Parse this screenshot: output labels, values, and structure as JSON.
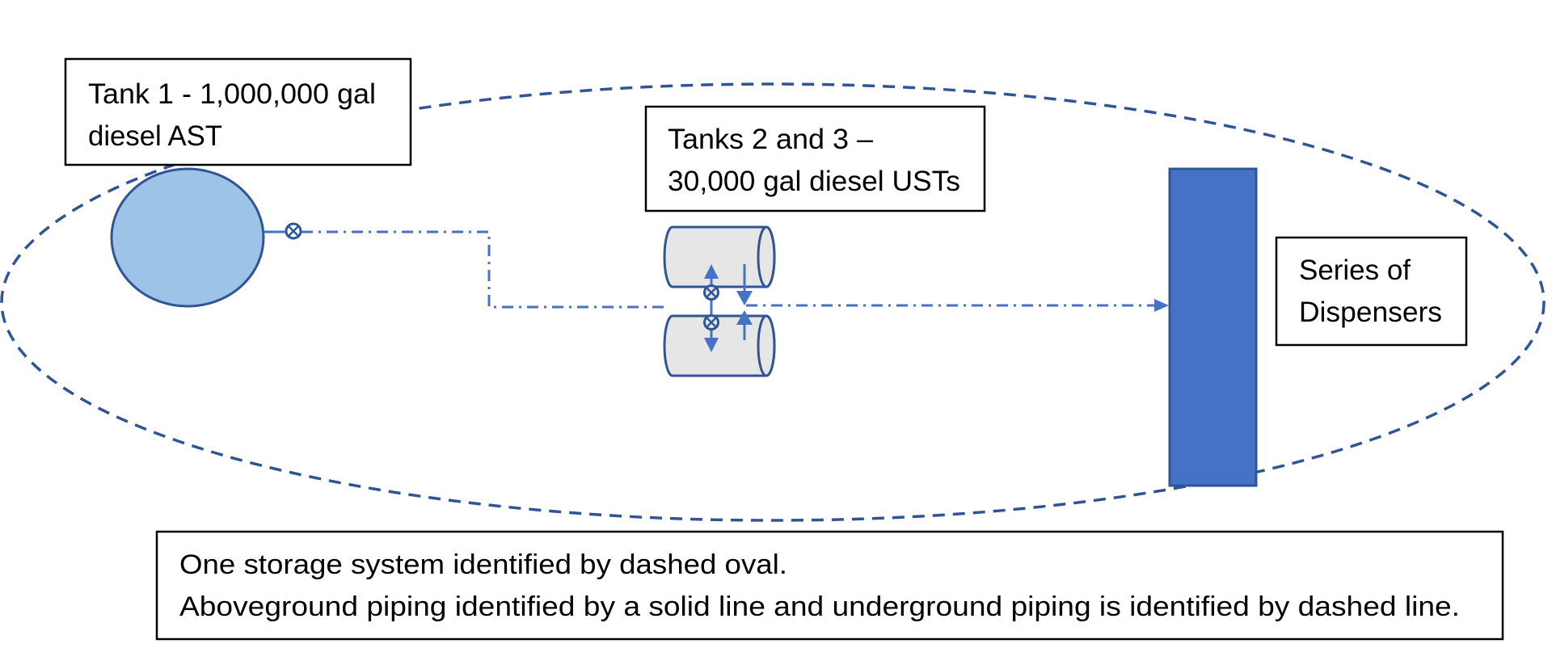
{
  "colors": {
    "background": "#ffffff",
    "oval_stroke": "#2f5597",
    "ast_fill": "#9dc3e6",
    "ast_stroke": "#2f5597",
    "pipe": "#4472c4",
    "valve_stroke": "#2f5597",
    "ust_fill": "#e7e6e6",
    "ust_stroke": "#2f5597",
    "dispenser_fill": "#4472c4",
    "dispenser_stroke": "#2f5597",
    "label_border": "#000000",
    "text": "#000000"
  },
  "storage_system": {
    "boundary_style": "dashed-oval"
  },
  "labels": {
    "tank1": {
      "line1": "Tank 1 - 1,000,000 gal",
      "line2": "diesel AST"
    },
    "tanks23": {
      "line1": "Tanks 2 and 3 –",
      "line2": "30,000 gal diesel USTs"
    },
    "dispensers": {
      "line1": "Series of",
      "line2": "Dispensers"
    },
    "note": {
      "line1": "One storage system identified by dashed oval.",
      "line2": "Aboveground piping identified by a solid line and underground piping is identified by dashed line."
    }
  },
  "components": {
    "ast": {
      "name": "Tank 1",
      "type": "aboveground-storage-tank",
      "shape": "ellipse"
    },
    "ust_top": {
      "name": "Tank 2",
      "type": "underground-storage-tank",
      "shape": "cylinder"
    },
    "ust_bottom": {
      "name": "Tank 3",
      "type": "underground-storage-tank",
      "shape": "cylinder"
    },
    "dispensers": {
      "name": "Series of Dispensers",
      "shape": "rectangle"
    },
    "valves": [
      "ast-outlet-valve",
      "ust-top-valve",
      "ust-bottom-valve"
    ],
    "piping": [
      {
        "from": "Tank 1",
        "to": "Tanks 2 and 3",
        "style": "dash-dot",
        "segment": "underground"
      },
      {
        "from": "Tanks 2 and 3",
        "to": "Series of Dispensers",
        "style": "dash-dot",
        "segment": "underground"
      },
      {
        "from": "Tank 1",
        "to": "ast-outlet-valve",
        "style": "solid",
        "segment": "aboveground"
      }
    ]
  }
}
